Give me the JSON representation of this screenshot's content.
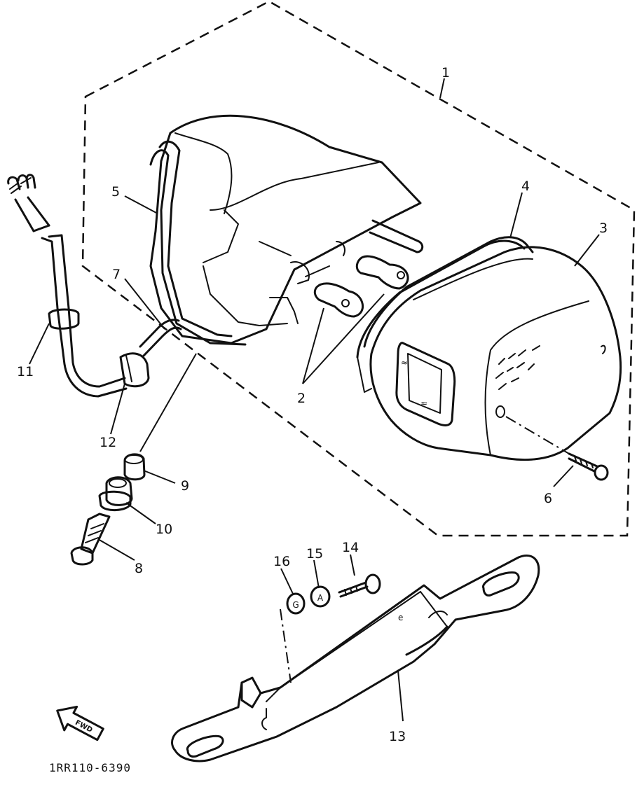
{
  "callouts": {
    "c1": "1",
    "c2": "2",
    "c3": "3",
    "c4": "4",
    "c5": "5",
    "c6a": "6",
    "c7": "7",
    "c8": "8",
    "c9": "9",
    "c10": "10",
    "c11": "11",
    "c12": "12",
    "c13": "13",
    "c14": "14",
    "c15": "15",
    "c16": "16"
  },
  "washer_letters": {
    "w15": "A",
    "w16": "G"
  },
  "fwd_label": "FWD",
  "drawing_code": "1RR110-6390"
}
